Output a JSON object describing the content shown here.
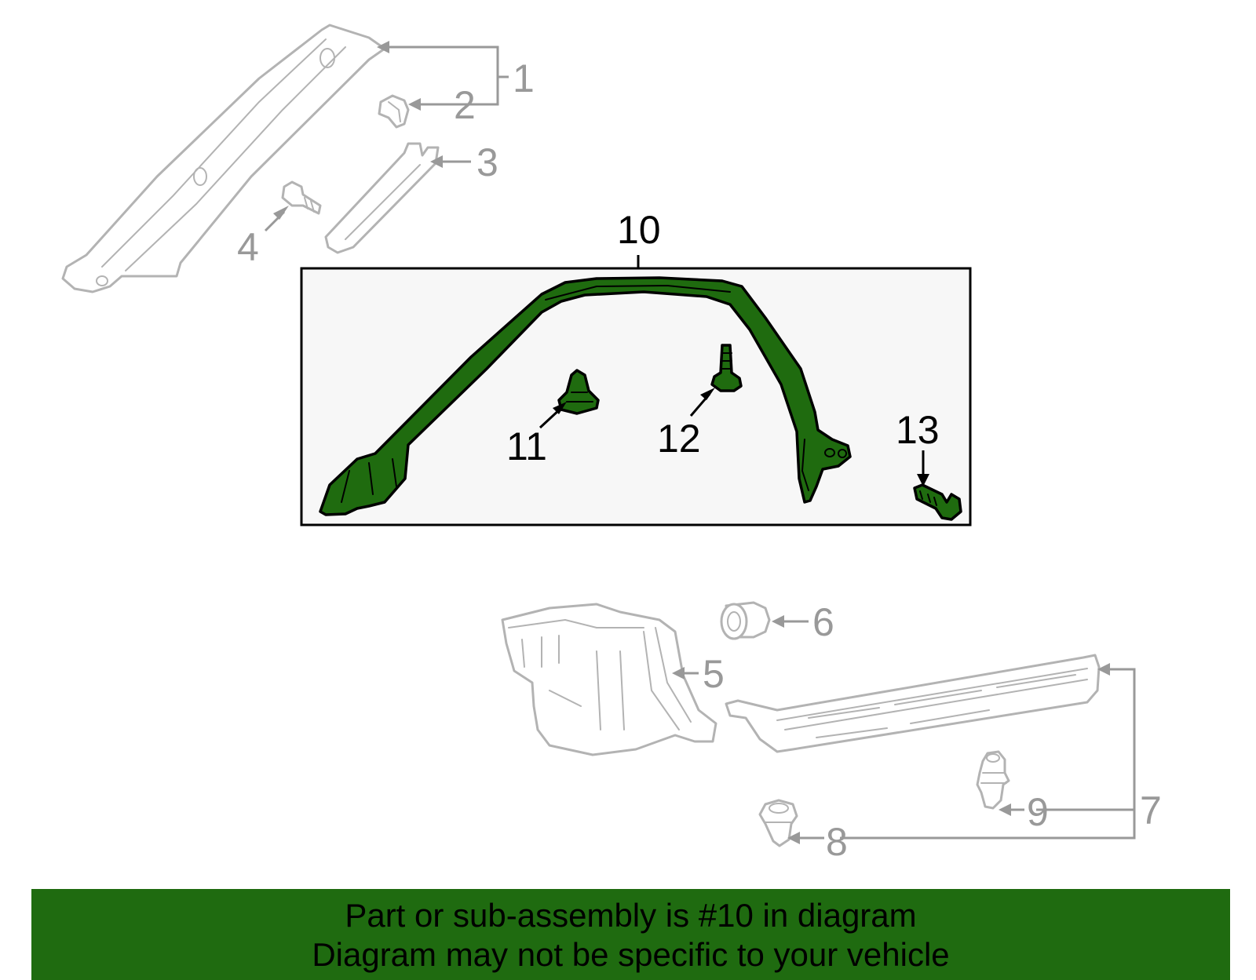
{
  "diagram": {
    "highlight_color": "#1f6b10",
    "box_background": "#f7f7f7",
    "inactive_color": "#b3b3b3",
    "callouts": {
      "c1": "1",
      "c2": "2",
      "c3": "3",
      "c4": "4",
      "c5": "5",
      "c6": "6",
      "c7": "7",
      "c8": "8",
      "c9": "9",
      "c10": "10",
      "c11": "11",
      "c12": "12",
      "c13": "13"
    },
    "highlighted_part": "10"
  },
  "footer": {
    "line1": "Part or sub-assembly is #10 in diagram",
    "line2": "Diagram may not be specific to your vehicle"
  }
}
